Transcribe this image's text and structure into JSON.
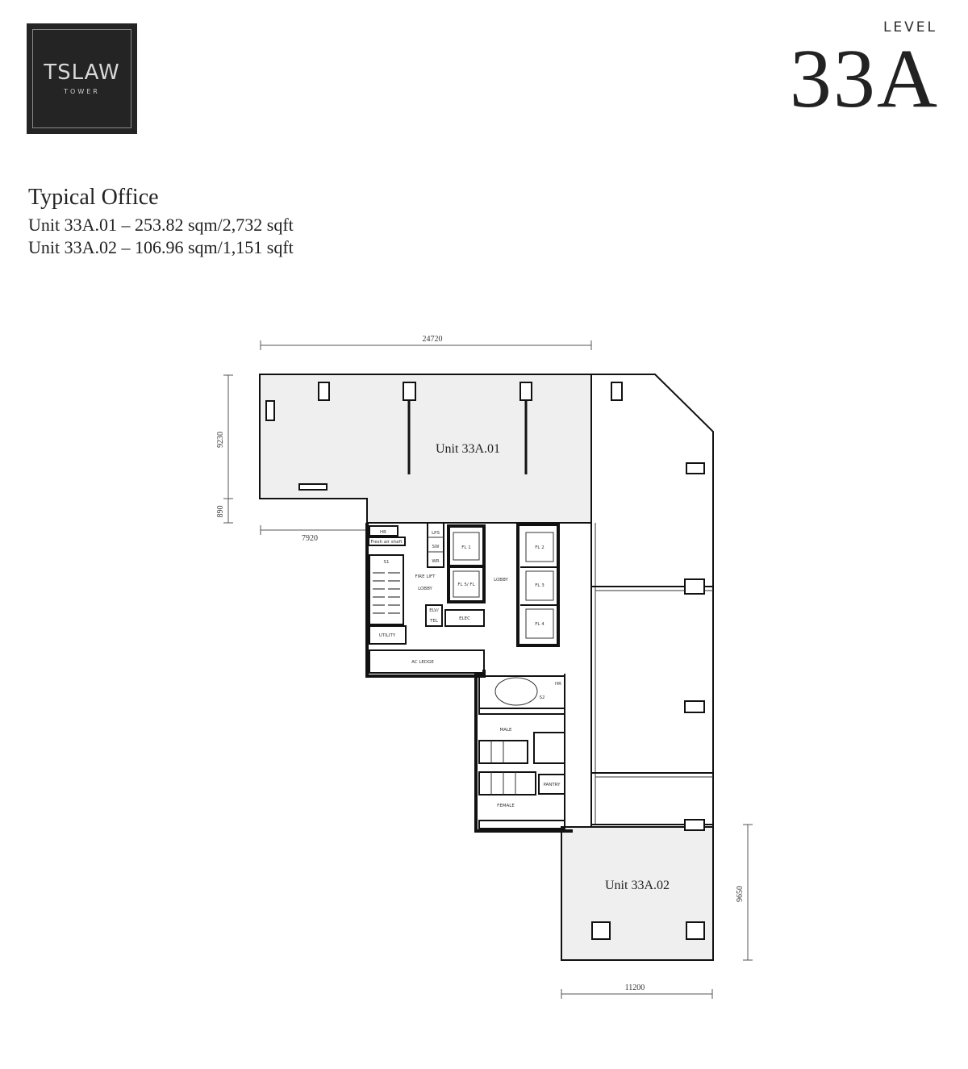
{
  "logo": {
    "name": "TSLAW",
    "sub": "TOWER"
  },
  "level": {
    "label": "LEVEL",
    "number": "33A"
  },
  "heading": {
    "title": "Typical Office",
    "lines": [
      "Unit 33A.01 – 253.82 sqm/2,732 sqft",
      "Unit 33A.02 – 106.96 sqm/1,151 sqft"
    ]
  },
  "plan": {
    "units": [
      "Unit 33A.01",
      "Unit 33A.02"
    ],
    "dimensions": {
      "top": "24720",
      "left_upper": "9230",
      "left_lower": "890",
      "left_step": "7920",
      "right": "9650",
      "bottom": "11200"
    },
    "rooms": {
      "hr": "HR",
      "fresh_air": "Fresh air shaft",
      "s1": "S1",
      "lps": "LPS",
      "sw": "SW",
      "wr": "WR",
      "fire_lift_lobby_1": "FIRE LIFT",
      "fire_lift_lobby_2": "LOBBY",
      "fl1": "FL 1",
      "fl5": "FL 5/ FL",
      "fl2": "FL 2",
      "fl3": "FL 3",
      "fl4": "FL 4",
      "lobby": "LOBBY",
      "elv_tel_1": "ELV/",
      "elv_tel_2": "TEL",
      "elec": "ELEC",
      "utility": "UTILITY",
      "ac_ledge": "AC LEDGE",
      "s2": "S2",
      "hr2": "HR",
      "male": "MALE",
      "female": "FEMALE",
      "pantry": "PANTRY"
    },
    "colors": {
      "unit_fill": "#efefef",
      "wall": "#111111"
    }
  }
}
